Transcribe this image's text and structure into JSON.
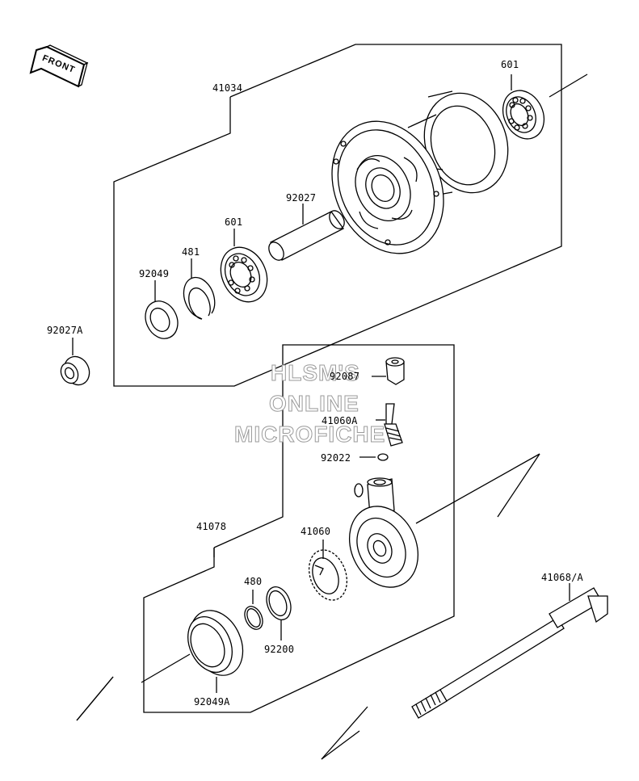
{
  "front_label": "FRONT",
  "watermark": {
    "line1": "HLSM'S",
    "line2": "ONLINE",
    "line3": "MICROFICHE"
  },
  "parts": {
    "p41034": "41034",
    "p601_top": "601",
    "p92027": "92027",
    "p601_left": "601",
    "p481": "481",
    "p92049": "92049",
    "p92027A": "92027A",
    "p92087": "92087",
    "p41060A": "41060A",
    "p92022": "92022",
    "p41078": "41078",
    "p41060": "41060",
    "p480": "480",
    "p92200": "92200",
    "p92049A": "92049A",
    "p41068A": "41068/A"
  }
}
